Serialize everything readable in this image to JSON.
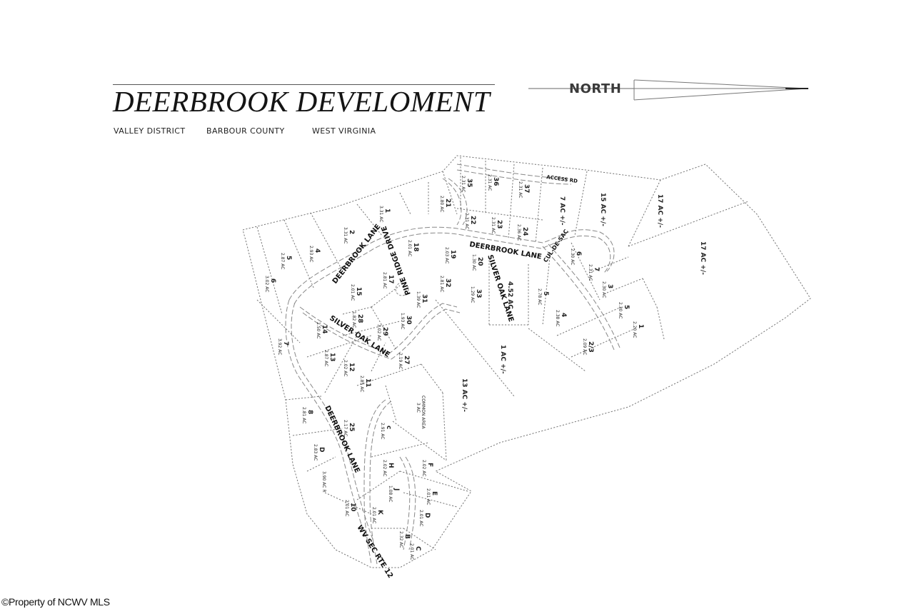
{
  "header": {
    "title": "DEERBROOK DEVELOMENT",
    "subtitle": {
      "district": "VALLEY DISTRICT",
      "county": "BARBOUR COUNTY",
      "state": "WEST VIRGINIA"
    },
    "north_arrow_label": "NORTH"
  },
  "roads": {
    "deerbrook_lane_1": "DEERBROOK LANE",
    "deerbrook_lane_2": "DEERBROOK LANE",
    "deerbrook_lane_3": "DEERBROOK LANE",
    "pine_ridge_drive": "PINE RIDGE DRIVE",
    "silver_oak_lane_1": "SILVER OAK LANE",
    "silver_oak_lane_2": "SILVER OAK LANE",
    "cul_de_sac": "CUL-DE-SAC",
    "access_road": "ACCESS RD",
    "wv_sec_rte": "WV SEC RTE 12"
  },
  "lots": [
    {
      "id": "1",
      "acres": "3.31 AC"
    },
    {
      "id": "2",
      "acres": "3.31 AC"
    },
    {
      "id": "4",
      "acres": "2.93 AC"
    },
    {
      "id": "5",
      "acres": "2.87 AC"
    },
    {
      "id": "6",
      "acres": "3.02 AC"
    },
    {
      "id": "7",
      "acres": "3.92 AC"
    },
    {
      "id": "8",
      "acres": "2.81 AC"
    },
    {
      "id": "10",
      "acres": "2.01 AC"
    },
    {
      "id": "11",
      "acres": "2.85 AC"
    },
    {
      "id": "12",
      "acres": "2.02 AC"
    },
    {
      "id": "13",
      "acres": "2.87 AC"
    },
    {
      "id": "14",
      "acres": "2.50 AC"
    },
    {
      "id": "15",
      "acres": "2.01 AC"
    },
    {
      "id": "17",
      "acres": "2.81 AC"
    },
    {
      "id": "18",
      "acres": "2.01 AC"
    },
    {
      "id": "19",
      "acres": "2.03 AC"
    },
    {
      "id": "20",
      "acres": "1.30 AC"
    },
    {
      "id": "21",
      "acres": "2.80 AC"
    },
    {
      "id": "22",
      "acres": "2.31 AC"
    },
    {
      "id": "23",
      "acres": "2.31 AC"
    },
    {
      "id": "24",
      "acres": "2.36 AC"
    },
    {
      "id": "25",
      "acres": "2.17 AC"
    },
    {
      "id": "27",
      "acres": "2.19 AC"
    },
    {
      "id": "28",
      "acres": "1.82 AC"
    },
    {
      "id": "29",
      "acres": "3.02 AC"
    },
    {
      "id": "30",
      "acres": "1.93 AC"
    },
    {
      "id": "31",
      "acres": "1.39 AC"
    },
    {
      "id": "32",
      "acres": "2.81 AC"
    },
    {
      "id": "33",
      "acres": "1.29 AC"
    },
    {
      "id": "35",
      "acres": "2.31 AC"
    },
    {
      "id": "36",
      "acres": "2.31 AC"
    },
    {
      "id": "37",
      "acres": "2.31 AC"
    }
  ],
  "east_lots": [
    {
      "id": "1",
      "acres": "2.20 AC"
    },
    {
      "id": "2/3",
      "acres": "2.09 AC"
    },
    {
      "id": "3",
      "acres": "2.30 AC"
    },
    {
      "id": "4",
      "acres": "2.38 AC"
    },
    {
      "id": "5",
      "acres": "2.30 AC"
    },
    {
      "id": "5",
      "acres": "2.78 AC"
    },
    {
      "id": "6",
      "acres": "2.30 AC"
    },
    {
      "id": "7",
      "acres": "2.31 AC"
    }
  ],
  "lettered_lots": [
    {
      "id": "B",
      "acres": "2.32 AC"
    },
    {
      "id": "C",
      "acres": "2.01 AC"
    },
    {
      "id": "c",
      "acres": "2.91 AC"
    },
    {
      "id": "D",
      "acres": "2.01 AC"
    },
    {
      "id": "D",
      "acres": "2.83 AC"
    },
    {
      "id": "E",
      "acres": "2.01 AC"
    },
    {
      "id": "F",
      "acres": "2.02 AC"
    },
    {
      "id": "H",
      "acres": "2.02 AC"
    },
    {
      "id": "J",
      "acres": "1.08 AC"
    },
    {
      "id": "K",
      "acres": "2.01 AC"
    }
  ],
  "large_tracts": {
    "t_4_52": "4.52 AC",
    "t_7": "7 AC +/-",
    "t_15": "15 AC +/-",
    "t_17a": "17 AC +/-",
    "t_17b": "17 AC +/-",
    "t_1": "1 AC +/-",
    "t_13": "13 AC +/-",
    "t_remainder": "3.90 AC R",
    "common": "COMMON AREA",
    "common_acres": "3 AC"
  },
  "footer": {
    "copyright": "©Property of NCWV MLS"
  }
}
